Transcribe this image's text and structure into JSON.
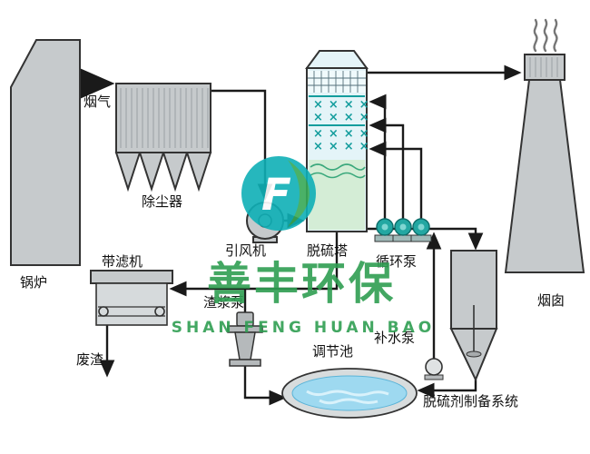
{
  "labels": {
    "boiler": "锅炉",
    "flue_gas": "烟气",
    "dust_collector": "除尘器",
    "induced_draft_fan": "引风机",
    "desulfurization_tower": "脱硫塔",
    "circulation_pump": "循环泵",
    "belt_filter": "带滤机",
    "slurry_pump": "渣浆泵",
    "waste_residue": "废渣",
    "regulating_pool": "调节池",
    "makeup_water_pump": "补水泵",
    "desulfurizer_preparation_system": "脱硫剂制备系统",
    "chimney": "烟囱"
  },
  "tower": {
    "spray_row": "××××"
  },
  "watermark": {
    "logo_letter": "F",
    "cn": "善丰环保",
    "en": "SHAN FENG HUAN BAO"
  },
  "colors": {
    "equipment_gray": "#c6cacc",
    "pipe_black": "#1a1a1a",
    "spray_teal": "#149d9d",
    "pump_teal": "#23a7a2",
    "pool_water_blue": "#9ed9f0",
    "liquid_green": "#d4edd6",
    "brand_green": "#2f9e52",
    "logo_teal": "#0fb0b6"
  }
}
